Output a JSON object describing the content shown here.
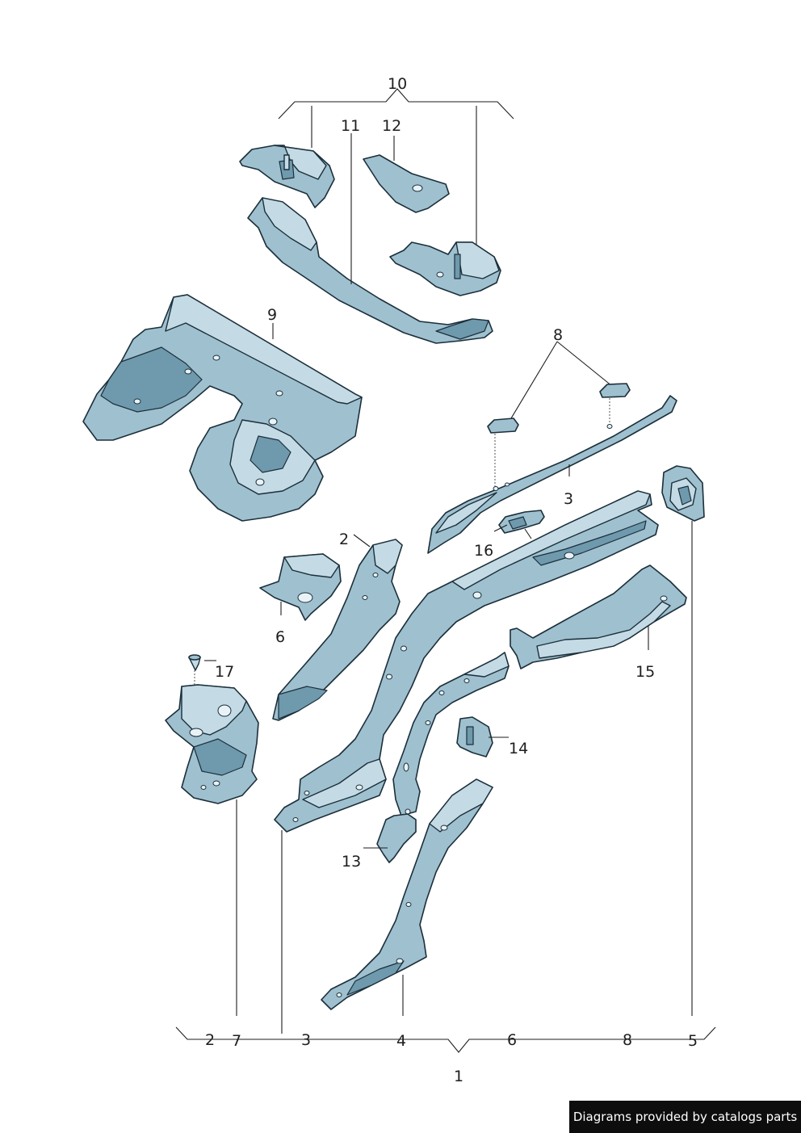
{
  "labels": {
    "l1": "1",
    "l2a": "2",
    "l2b": "2",
    "l3a": "3",
    "l3b": "3",
    "l4": "4",
    "l5": "5",
    "l6a": "6",
    "l6b": "6",
    "l7": "7",
    "l8a": "8",
    "l8b": "8",
    "l9": "9",
    "l10": "10",
    "l11": "11",
    "l12": "12",
    "l13": "13",
    "l14": "14",
    "l15": "15",
    "l16": "16",
    "l17": "17"
  },
  "footer": {
    "credit": "Diagrams provided by catalogs parts"
  }
}
